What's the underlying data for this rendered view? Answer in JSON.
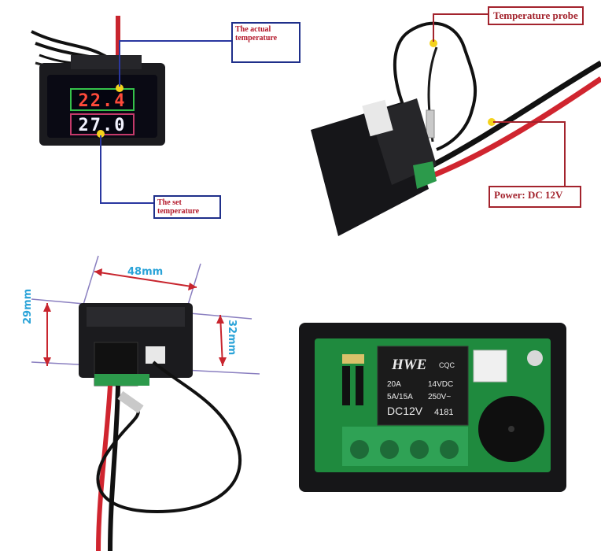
{
  "callouts": {
    "actual_temperature": "The actual temperature",
    "set_temperature": "The set temperature",
    "temperature_probe": "Temperature probe",
    "power": "Power: DC 12V"
  },
  "display": {
    "actual_value": "22.4",
    "set_value": "27.0"
  },
  "dimensions": {
    "width": "48mm",
    "height_front": "29mm",
    "height_back": "32mm"
  },
  "relay": {
    "brand": "HWE",
    "line1": "20A",
    "line1b": "14VDC",
    "line2": "5A/15A",
    "line2b": "250V~",
    "model": "DC12V",
    "code": "4181",
    "cert": "CQC"
  }
}
